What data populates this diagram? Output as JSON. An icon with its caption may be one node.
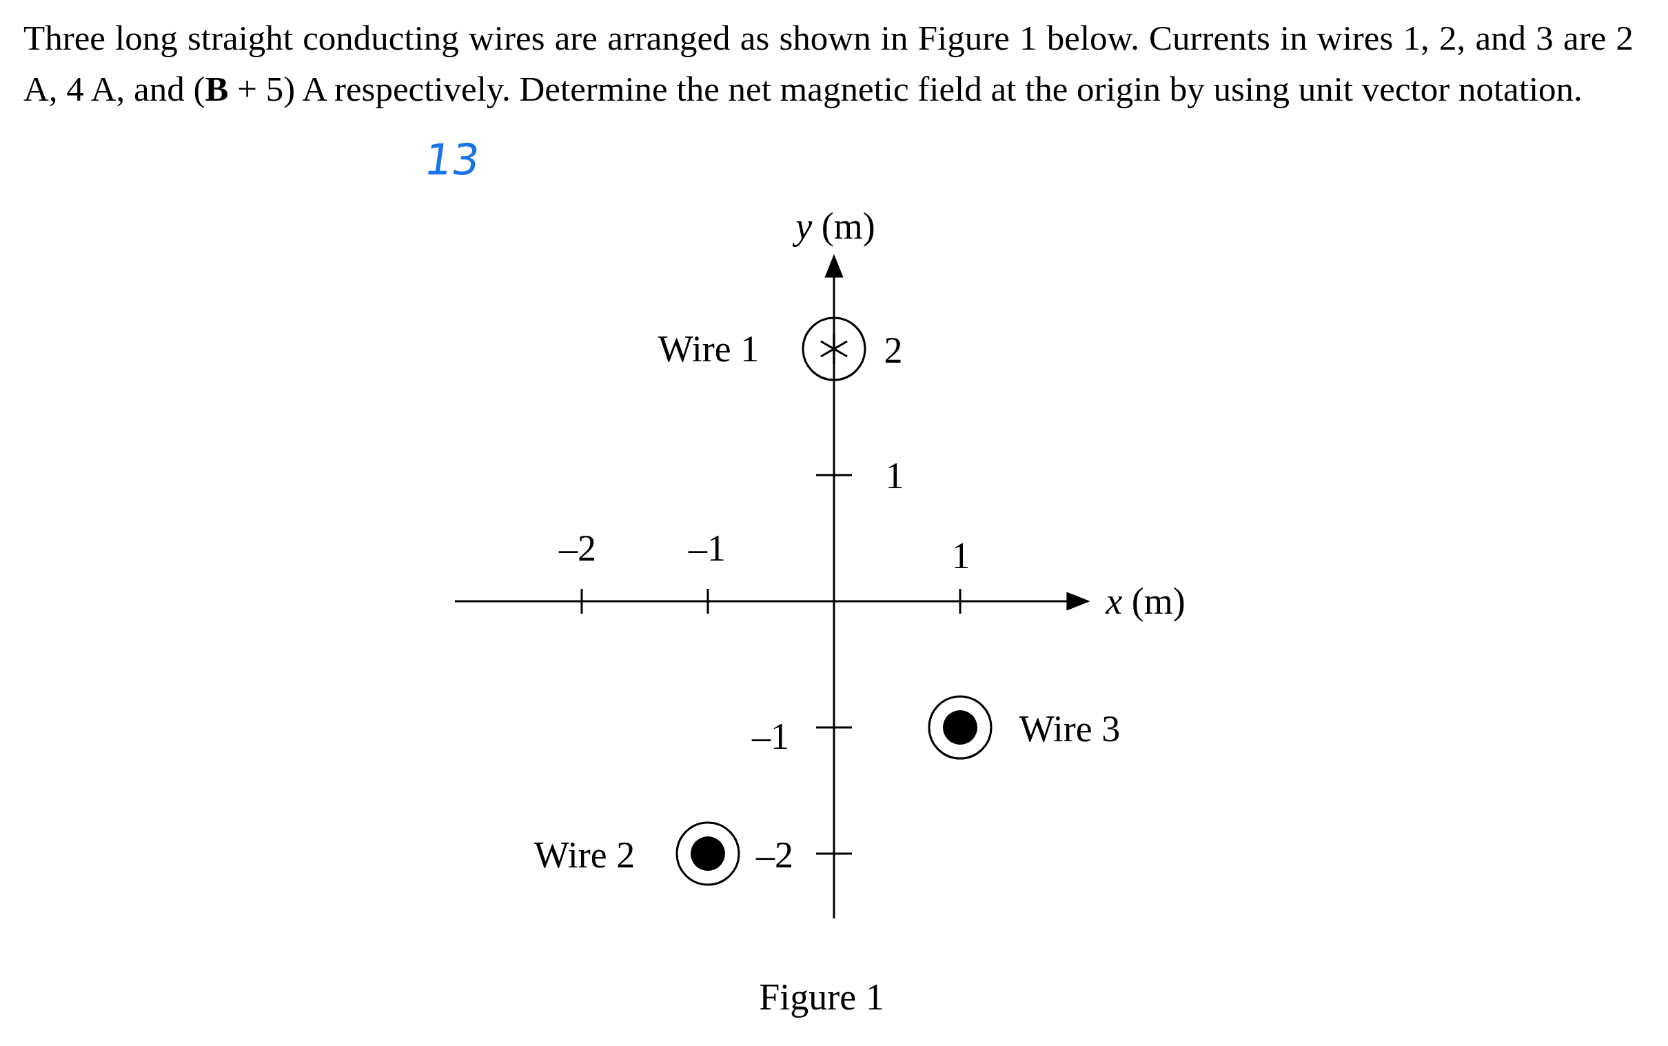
{
  "diagram": {
    "caption": "Figure 1",
    "labels": [
      "Three long straight conducting wires are arranged as shown in Figure 1 below. Currents in wires 1, 2, and 3 are 2 A, 4 A, and (**B** + 5) A respectively. Determine the net magnetic field at the origin by using unit vector notation.",
      "13",
      "*y* (m)",
      "Wire 1",
      "2",
      "1",
      "–2",
      "–1",
      "1",
      "*x* (m)",
      "–1",
      "Wire 3",
      "Wire 2",
      "–2"
    ]
  }
}
